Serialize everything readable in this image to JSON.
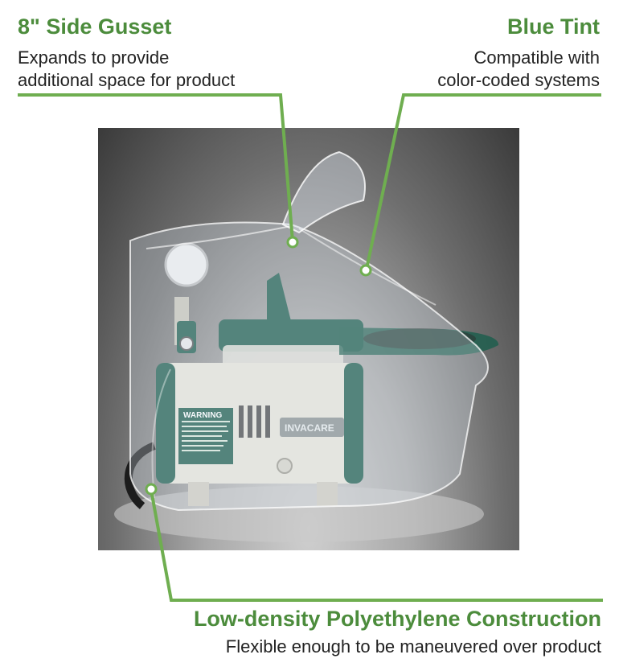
{
  "callouts": {
    "gusset": {
      "title": "8\" Side Gusset",
      "line1": "Expands to provide",
      "line2": "additional space for product"
    },
    "tint": {
      "title": "Blue Tint",
      "line1": "Compatible with",
      "line2": "color-coded systems"
    },
    "material": {
      "title": "Low-density Polyethylene Construction",
      "line1": "Flexible enough to be maneuvered over product"
    }
  },
  "photo": {
    "brand": "INVACARE",
    "warning_label": "WARNING"
  },
  "colors": {
    "accent_green": "#4c8c3c",
    "line_green": "#6fae50",
    "device_green": "#1f5e4e"
  }
}
